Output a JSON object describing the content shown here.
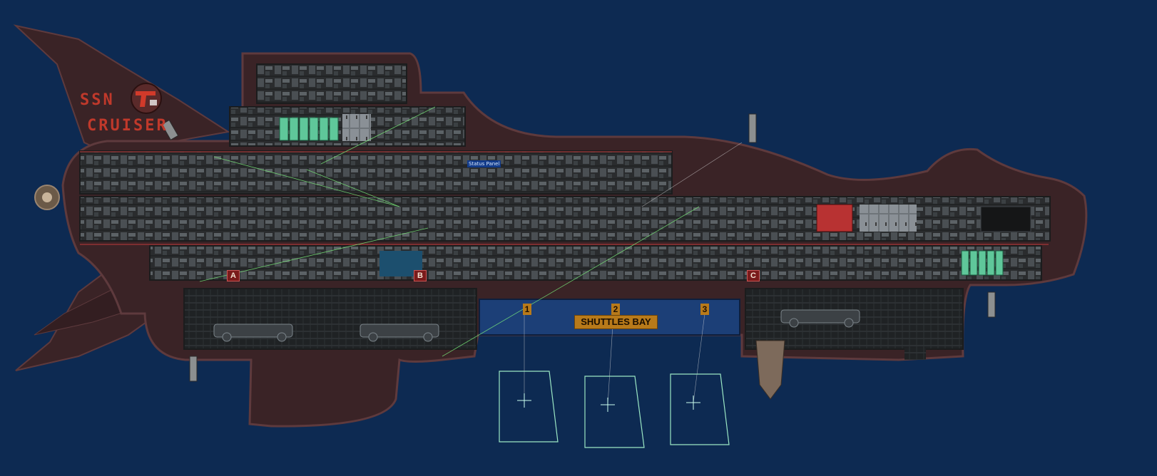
{
  "hull": {
    "name_line1": "SSN",
    "name_line2": "CRUISER"
  },
  "deck_tags": [
    {
      "id": "A",
      "label": "A"
    },
    {
      "id": "B",
      "label": "B"
    },
    {
      "id": "C",
      "label": "C"
    }
  ],
  "bay": {
    "sign": "SHUTTLES BAY",
    "slots": [
      "1",
      "2",
      "3"
    ]
  },
  "panels": {
    "status_panel": "Status Panel"
  },
  "colors": {
    "background": "#0d2a52",
    "hull": "#3a2326",
    "hull_edge": "#5e3a3d",
    "interior": "#2b2d2f",
    "wiring_green": "#7cf07c",
    "bay_amber": "#b87a1a",
    "shuttle_outline": "#9be7c4"
  },
  "icons": [
    "pistol-emblem-icon",
    "docking-crosshair-icon",
    "turret-icon",
    "propeller-icon"
  ]
}
